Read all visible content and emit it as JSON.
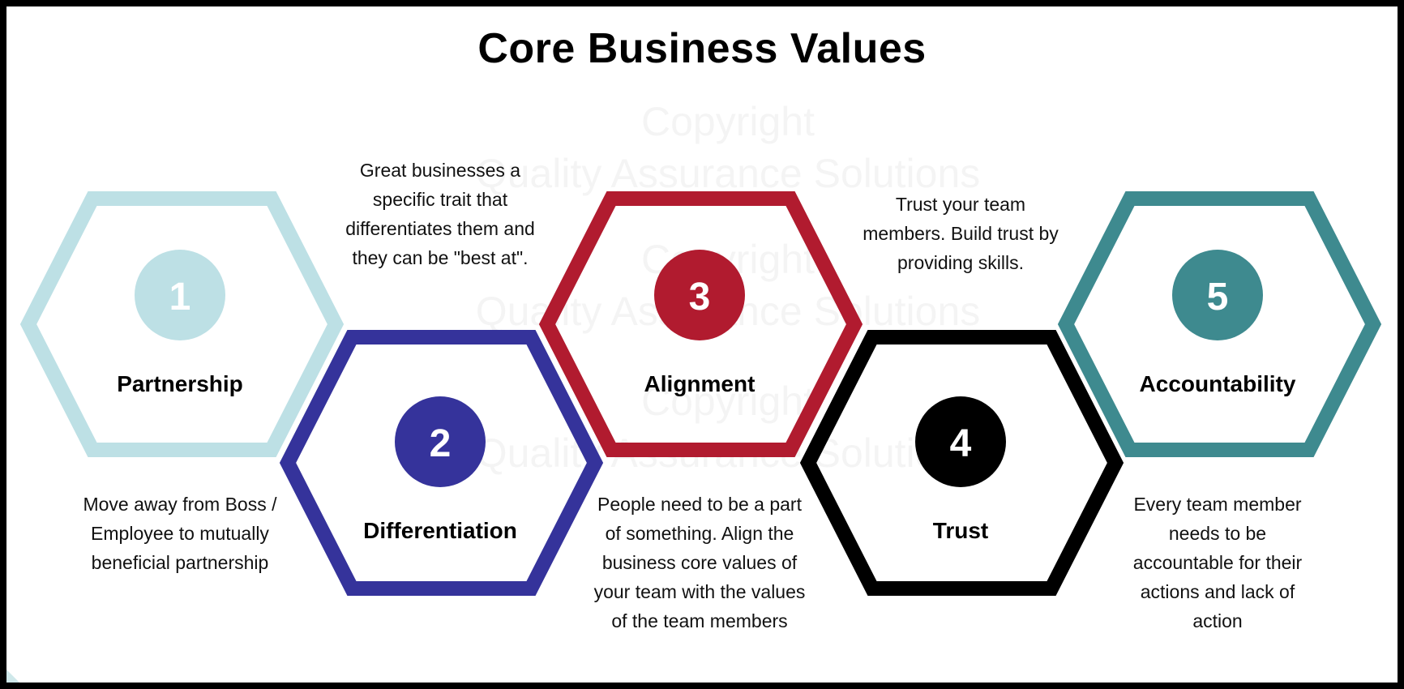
{
  "title": "Core Business Values",
  "watermark": [
    "Copyright",
    "Quality Assurance Solutions"
  ],
  "values": [
    {
      "number": "1",
      "label": "Partnership",
      "color": "#bde0e5",
      "description": "Move away from Boss / Employee to mutually beneficial partnership"
    },
    {
      "number": "2",
      "label": "Differentiation",
      "color": "#35339b",
      "description": "Great businesses a specific trait that differentiates them and they can be \"best at\"."
    },
    {
      "number": "3",
      "label": "Alignment",
      "color": "#b11b2f",
      "description": "People need to be a part of something. Align the business core values of your team with the values of the team members"
    },
    {
      "number": "4",
      "label": "Trust",
      "color": "#000000",
      "description": "Trust your team members. Build trust by providing skills."
    },
    {
      "number": "5",
      "label": "Accountability",
      "color": "#3e8a8f",
      "description": "Every team member needs to be accountable for their actions and lack of action"
    }
  ]
}
